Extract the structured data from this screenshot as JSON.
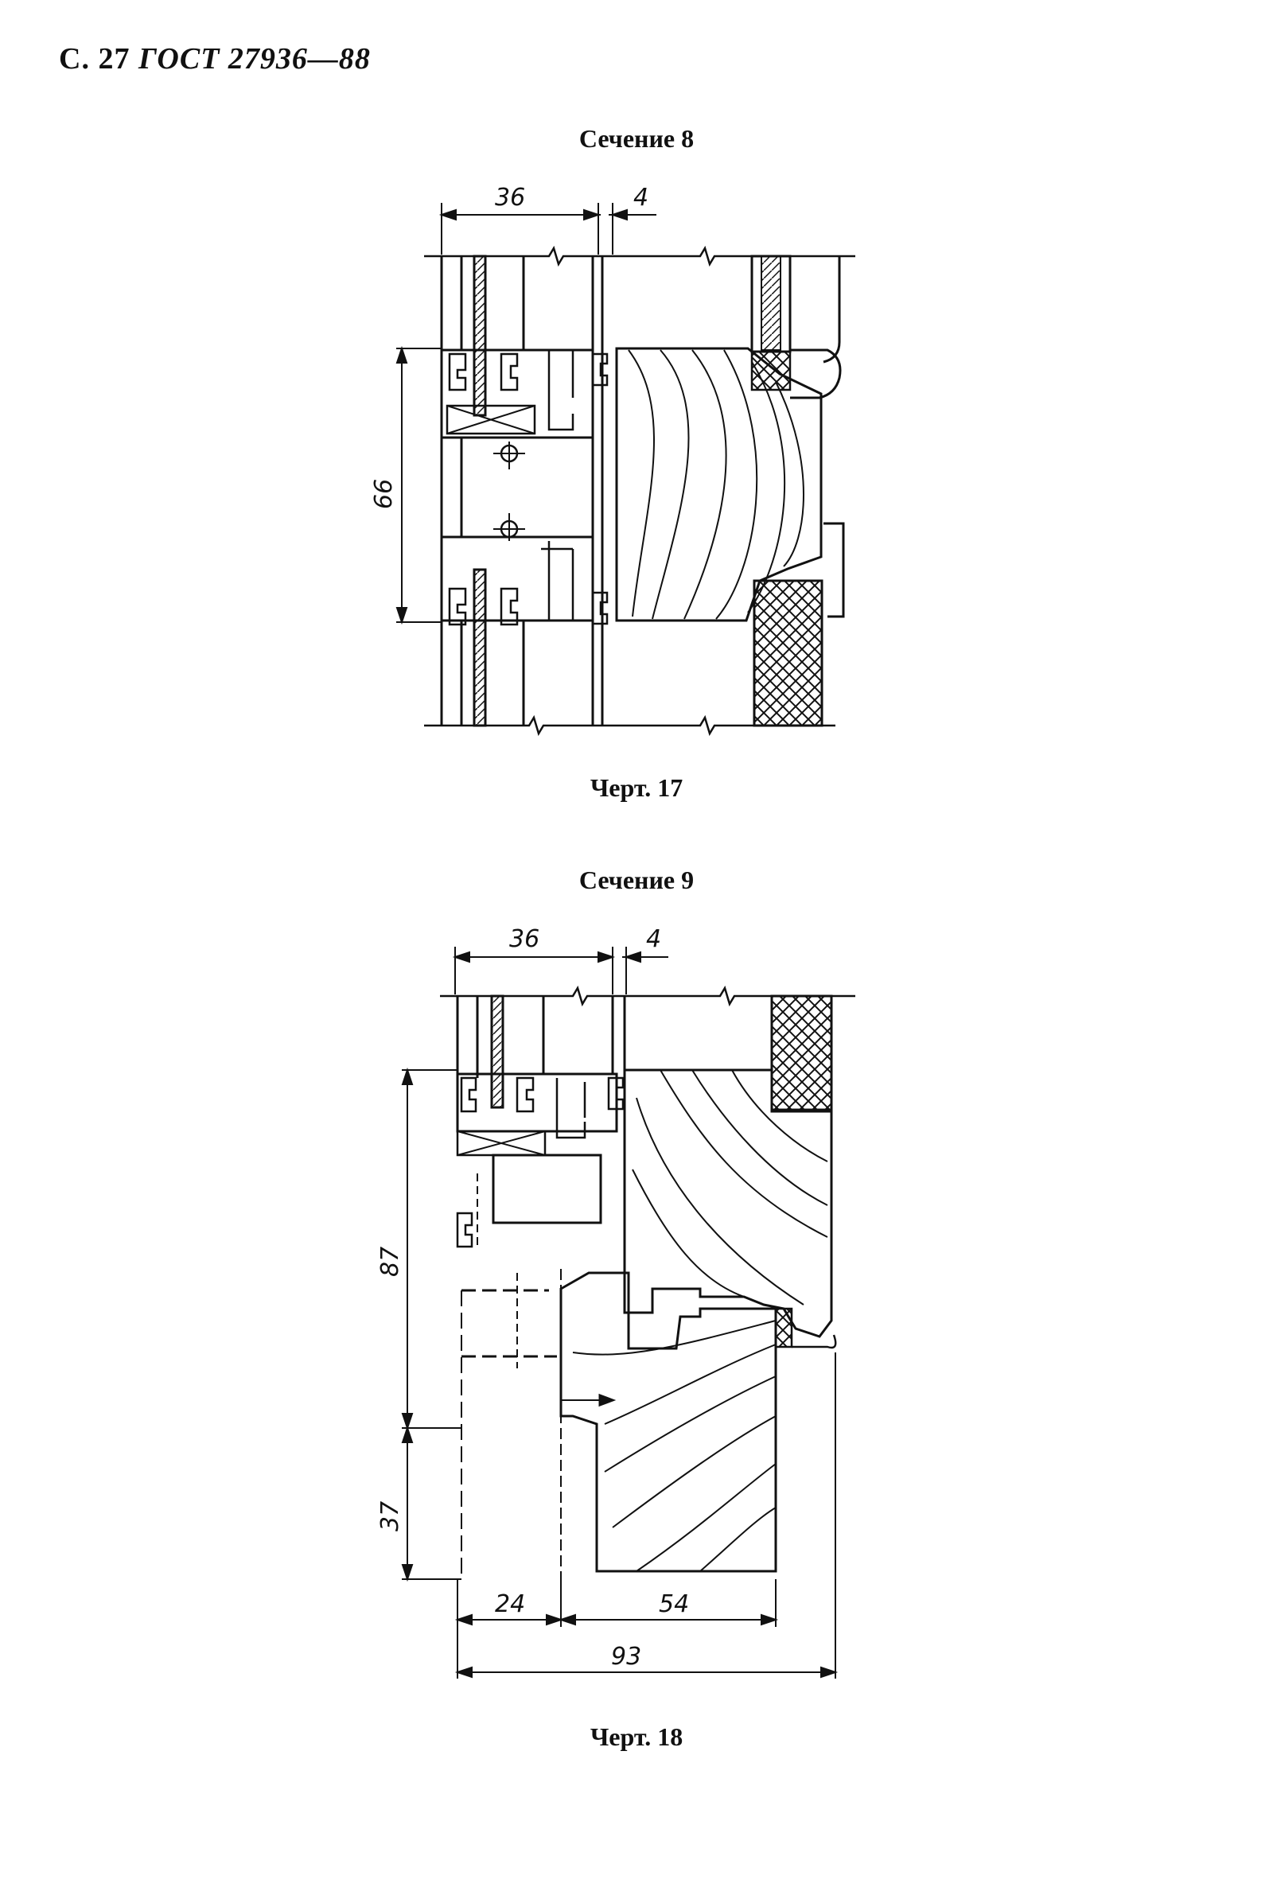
{
  "header": {
    "page": "С. 27",
    "standard": "ГОСТ 27936—88"
  },
  "figure_17": {
    "section_title": "Сечение 8",
    "caption": "Черт. 17",
    "dims": {
      "top_left": "36",
      "top_right": "4",
      "height": "66"
    }
  },
  "figure_18": {
    "section_title": "Сечение 9",
    "caption": "Черт. 18",
    "dims": {
      "top_left": "36",
      "top_right": "4",
      "height_upper": "87",
      "height_lower": "37",
      "bottom_left": "24",
      "bottom_mid": "54",
      "bottom_total": "93"
    }
  }
}
